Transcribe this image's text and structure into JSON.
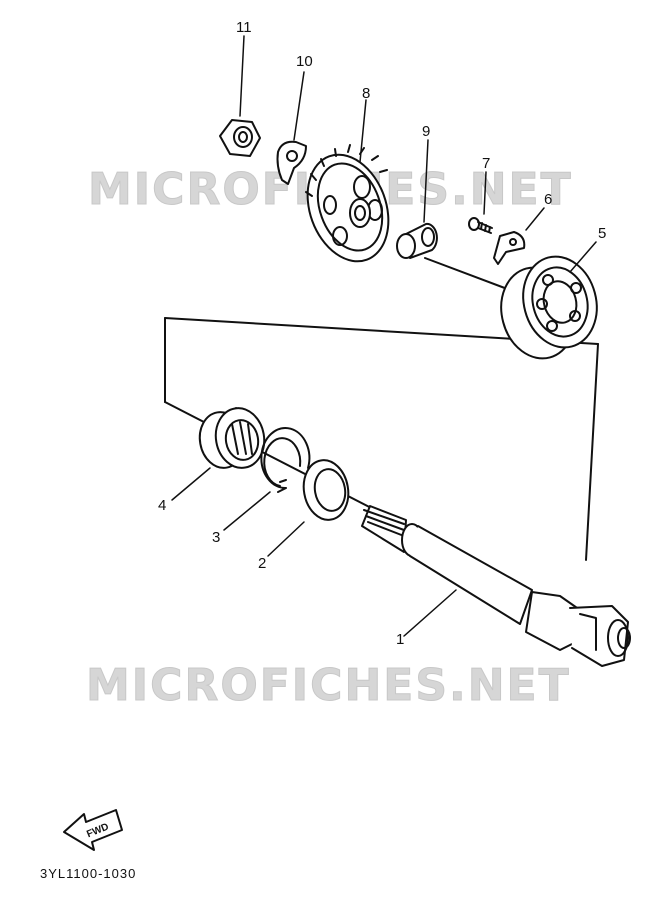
{
  "watermarks": [
    "MICROFICHES.NET",
    "MICROFICHES.NET"
  ],
  "callouts": [
    "1",
    "2",
    "3",
    "4",
    "5",
    "6",
    "7",
    "8",
    "9",
    "10",
    "11"
  ],
  "fwd_label": "FWD",
  "diagram_code": "3YL1100-1030"
}
